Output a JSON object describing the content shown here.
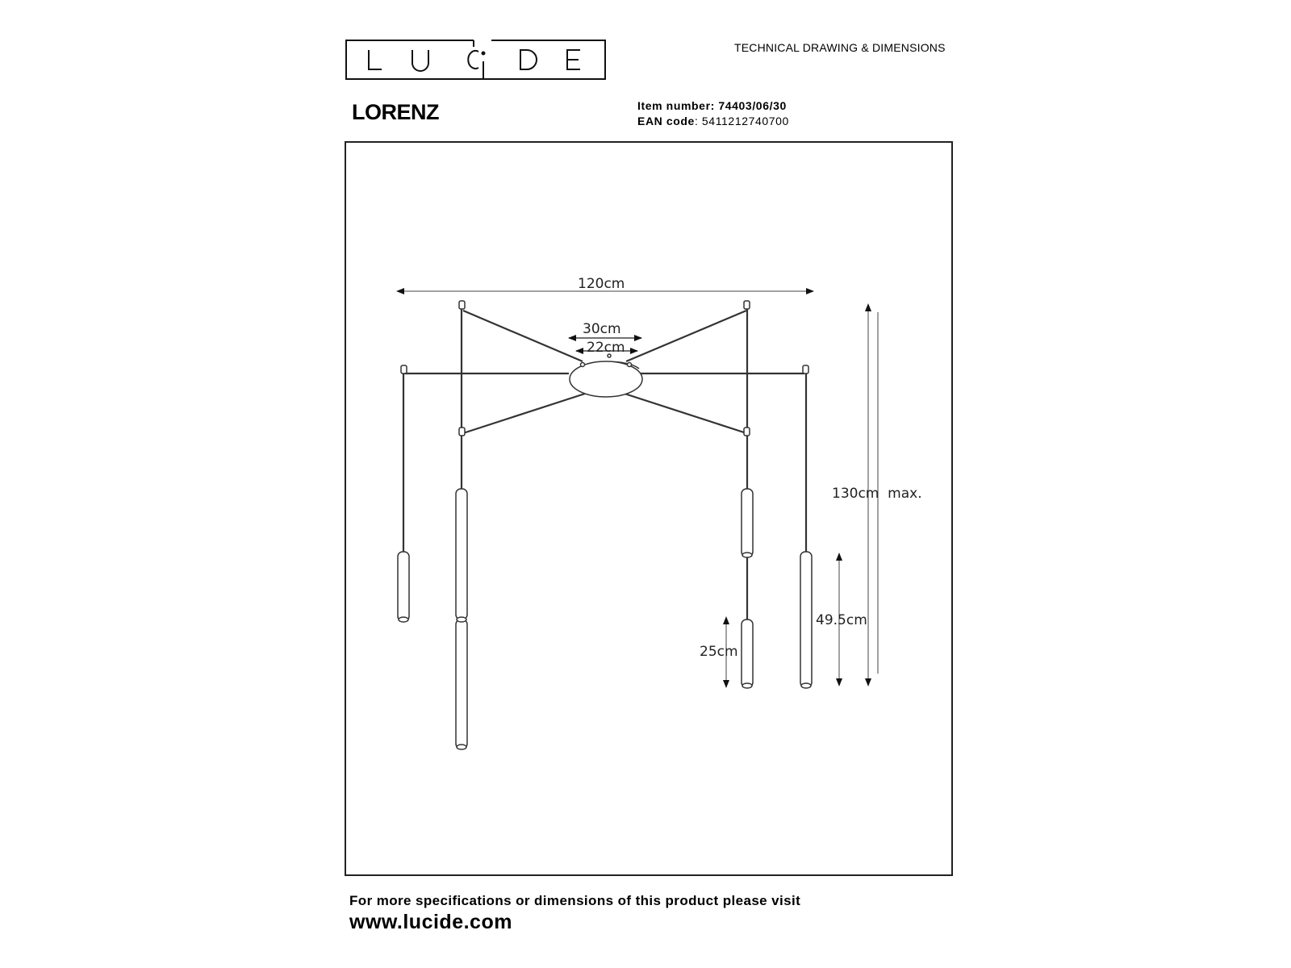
{
  "brand": {
    "logo_text": "LUCIDE"
  },
  "header": {
    "document_type": "TECHNICAL DRAWING & DIMENSIONS",
    "product_name": "LORENZ",
    "item_number_label": "Item number:",
    "item_number": "74403/06/30",
    "ean_label": "EAN code",
    "ean_code": "5411212740700"
  },
  "drawing": {
    "dimensions": {
      "total_width": "120cm",
      "canopy_outer": "30cm",
      "canopy_inner": "22cm",
      "max_height": "130cm  max.",
      "long_tube": "49.5cm",
      "short_tube": "25cm"
    }
  },
  "footer": {
    "note": "For more specifications or dimensions of this product please visit",
    "website": "www.lucide.com"
  }
}
